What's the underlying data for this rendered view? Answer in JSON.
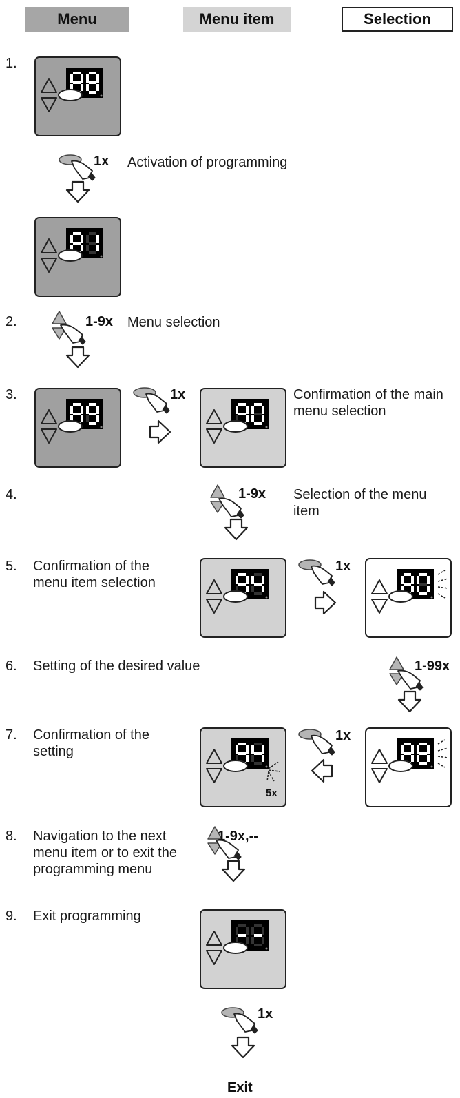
{
  "header": {
    "menu_label": "Menu",
    "menu_item_label": "Menu item",
    "selection_label": "Selection",
    "colors": {
      "menu": "#a6a6a6",
      "menu_item": "#d4d4d4",
      "selection": "#ffffff"
    }
  },
  "colors": {
    "panel_dark": "#a0a0a0",
    "panel_light": "#d2d2d2",
    "panel_white": "#ffffff",
    "display": "#000000",
    "segment": "#ffffff",
    "press_button": "#b5b5b5"
  },
  "steps": [
    {
      "number": "1.",
      "text": ""
    },
    {
      "number": "",
      "text": "Activation of programming",
      "count": "1x"
    },
    {
      "number": "2.",
      "text": "Menu selection",
      "count": "1-9x"
    },
    {
      "number": "3.",
      "text": "Confirmation of the main menu selection",
      "count": "1x"
    },
    {
      "number": "4.",
      "text": "Selection of the menu item",
      "count": "1-9x"
    },
    {
      "number": "5.",
      "text": "Confirmation of the menu item selection",
      "count": "1x"
    },
    {
      "number": "6.",
      "text": "Setting of the desired value",
      "count": "1-99x"
    },
    {
      "number": "7.",
      "text": "Confirmation of the setting",
      "count": "1x",
      "blink_count": "5x"
    },
    {
      "number": "8.",
      "text": "Navigation to the next menu item or to exit the programming menu",
      "count": "1-9x,--"
    },
    {
      "number": "9.",
      "text": "Exit programming",
      "count": "1x"
    }
  ],
  "exit_label": "Exit"
}
